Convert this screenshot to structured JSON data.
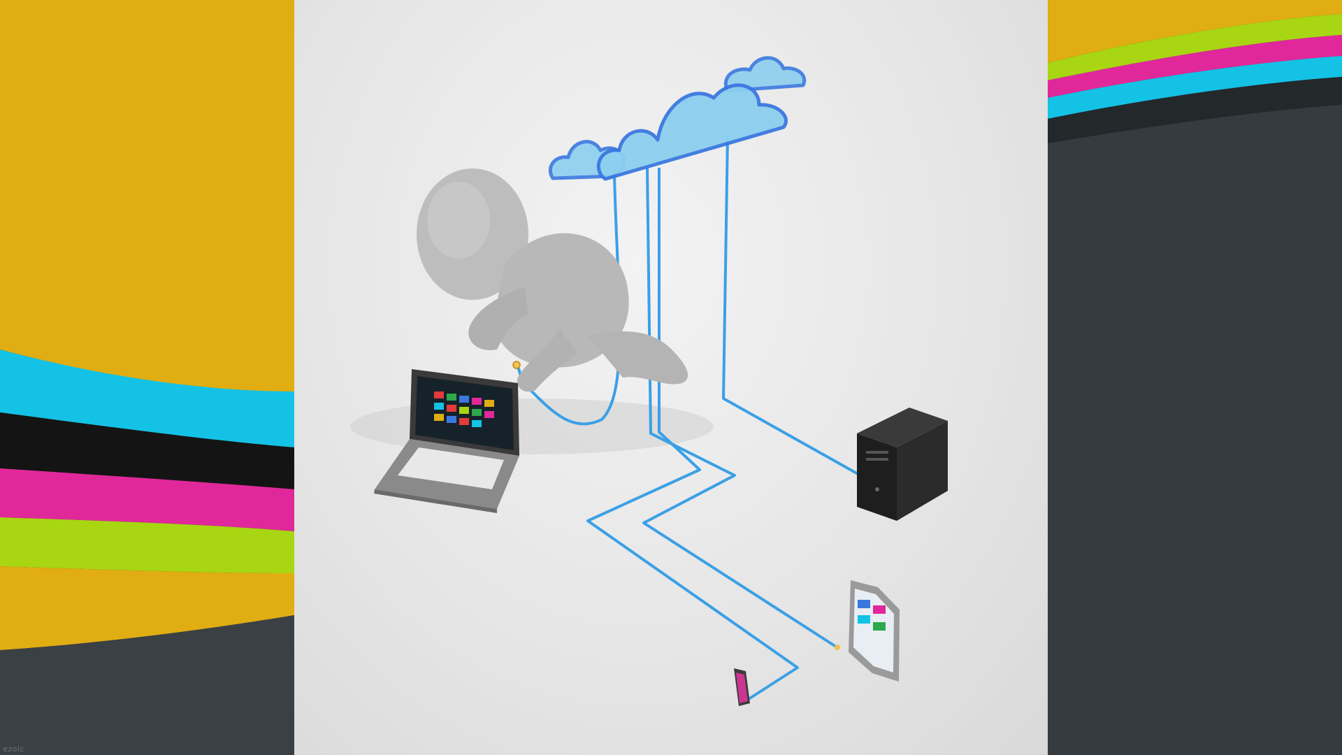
{
  "watermark": {
    "text": "ezoic"
  },
  "colors": {
    "gold": "#e0ad12",
    "cyan": "#14c2e6",
    "black": "#141414",
    "magenta": "#e0289a",
    "lime": "#a8d612",
    "dark_panel": "#33393d",
    "cable_blue": "#3aa0e6",
    "cloud_fill": "#8ccfef",
    "cloud_stroke": "#3a78e0",
    "figure_gray": "#bdbdbd"
  },
  "scene": {
    "figure": "kneeling-person-figure",
    "devices": [
      "laptop",
      "desktop-tower",
      "tablet",
      "smartphone"
    ],
    "clouds": [
      "cloud-small-left",
      "cloud-large-center",
      "cloud-small-right"
    ]
  }
}
